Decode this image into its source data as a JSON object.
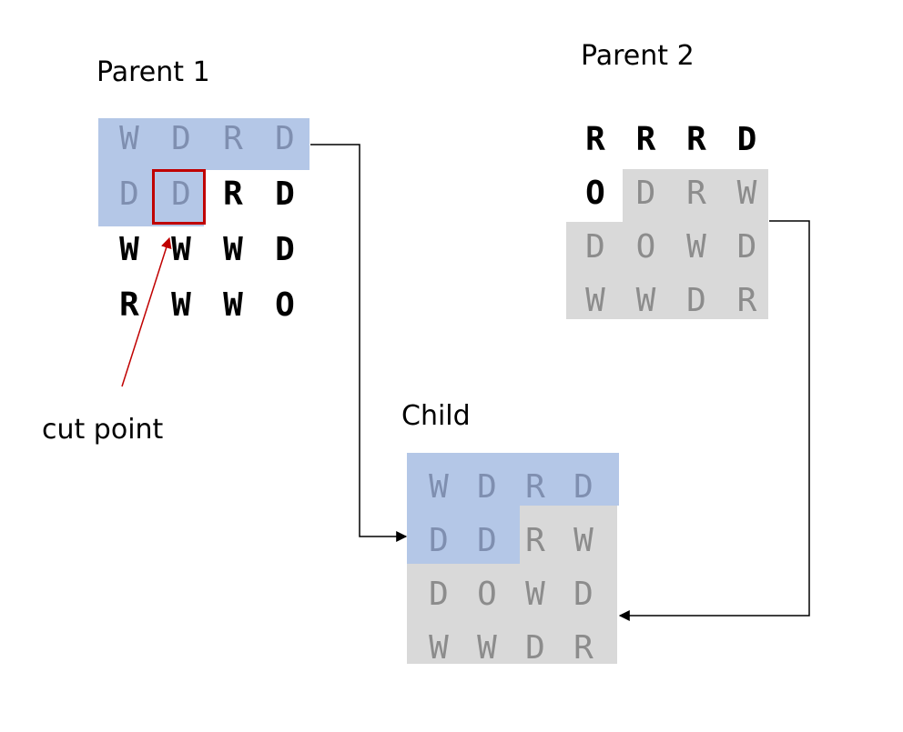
{
  "parent1": {
    "title": "Parent 1",
    "rows": [
      [
        "W",
        "D",
        "R",
        "D"
      ],
      [
        "D",
        "D",
        "R",
        "D"
      ],
      [
        "W",
        "W",
        "W",
        "D"
      ],
      [
        "R",
        "W",
        "W",
        "O"
      ]
    ]
  },
  "parent2": {
    "title": "Parent 2",
    "rows": [
      [
        "R",
        "R",
        "R",
        "D"
      ],
      [
        "O",
        "D",
        "R",
        "W"
      ],
      [
        "D",
        "O",
        "W",
        "D"
      ],
      [
        "W",
        "W",
        "D",
        "R"
      ]
    ]
  },
  "child": {
    "title": "Child",
    "rows": [
      [
        "W",
        "D",
        "R",
        "D"
      ],
      [
        "D",
        "D",
        "R",
        "W"
      ],
      [
        "D",
        "O",
        "W",
        "D"
      ],
      [
        "W",
        "W",
        "D",
        "R"
      ]
    ]
  },
  "cut_point_label": "cut point",
  "colors": {
    "highlight_blue": "#b4c7e7",
    "highlight_gray": "#d9d9d9",
    "faded_letter_blue": "#7f8fb0",
    "faded_letter_gray": "#8c8c8c",
    "strong_letter": "#000000",
    "cut_box": "#c00000"
  }
}
